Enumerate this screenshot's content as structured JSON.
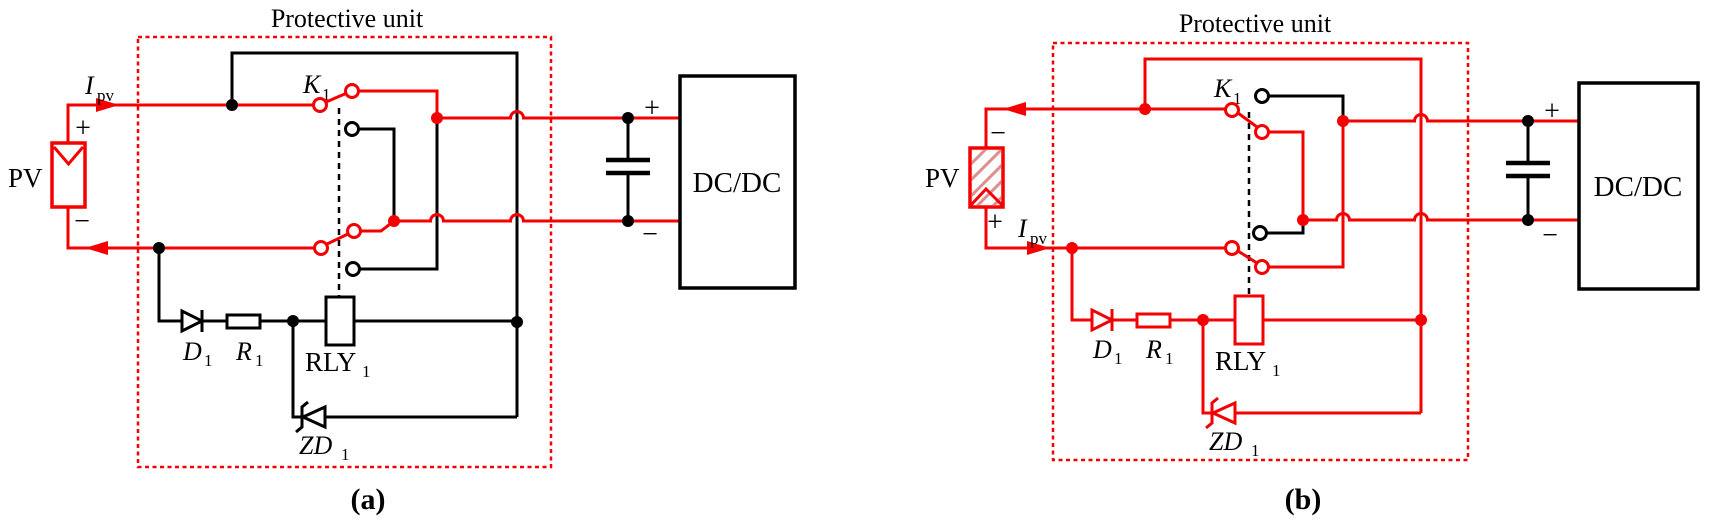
{
  "colors": {
    "active_wire": "#f40000",
    "inactive_wire": "#000000",
    "pv_hatch": "#dd8f8f"
  },
  "panel_a": {
    "title": "Protective unit",
    "caption": "(a)",
    "pv_label": "PV",
    "pv_top_sign": "+",
    "pv_bottom_sign": "−",
    "current": {
      "base": "I",
      "sub": "pv"
    },
    "switch": {
      "base": "K",
      "sub": "1"
    },
    "diode": {
      "base": "D",
      "sub": "1"
    },
    "resistor": {
      "base": "R",
      "sub": "1"
    },
    "relay": {
      "base": "RLY",
      "sub": "1"
    },
    "zener": {
      "base": "ZD",
      "sub": "1"
    },
    "cap_plus": "+",
    "cap_minus": "−",
    "converter_label": "DC/DC"
  },
  "panel_b": {
    "title": "Protective unit",
    "caption": "(b)",
    "pv_label": "PV",
    "pv_top_sign": "−",
    "pv_bottom_sign": "+",
    "current": {
      "base": "I",
      "sub": "pv"
    },
    "switch": {
      "base": "K",
      "sub": "1"
    },
    "diode": {
      "base": "D",
      "sub": "1"
    },
    "resistor": {
      "base": "R",
      "sub": "1"
    },
    "relay": {
      "base": "RLY",
      "sub": "1"
    },
    "zener": {
      "base": "ZD",
      "sub": "1"
    },
    "cap_plus": "+",
    "cap_minus": "−",
    "converter_label": "DC/DC"
  }
}
